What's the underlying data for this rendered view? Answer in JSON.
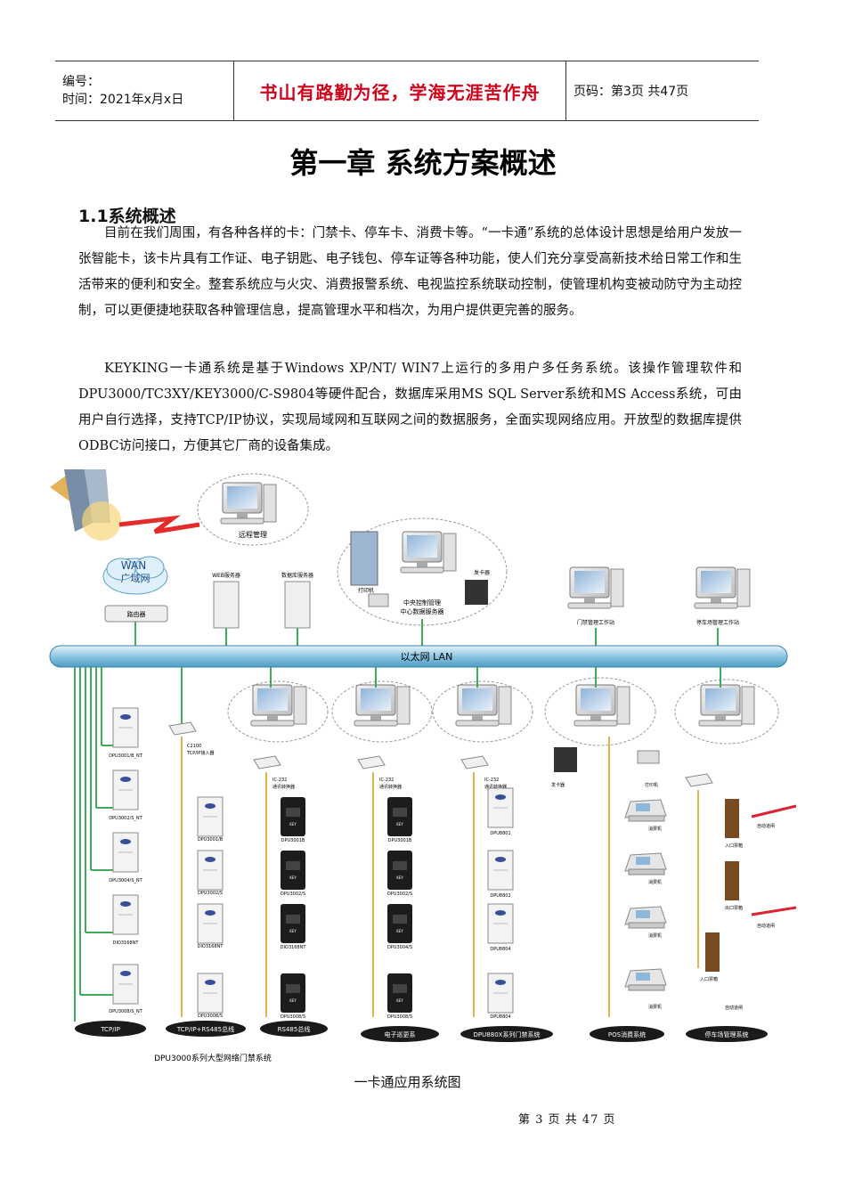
{
  "header": {
    "number_label": "编号：",
    "time_label": "时间：2021年x月x日",
    "motto": "书山有路勤为径，学海无涯苦作舟",
    "page_label": "页码：第3页  共47页"
  },
  "chapter_title": "第一章 系统方案概述",
  "section": {
    "title": "1.1系统概述",
    "paragraphs": [
      "目前在我们周围，有各种各样的卡：门禁卡、停车卡、消费卡等。“一卡通”系统的总体设计思想是给用户发放一张智能卡，该卡片具有工作证、电子钥匙、电子钱包、停车证等各种功能，使人们充分享受高新技术给日常工作和生活带来的便利和安全。整套系统应与火灾、消费报警系统、电视监控系统联动控制，使管理机构变被动防守为主动控制，可以更便捷地获取各种管理信息，提高管理水平和档次，为用户提供更完善的服务。",
      "KEYKING一卡通系统是基于Windows XP/NT/ WIN7上运行的多用户多任务系统。该操作管理软件和DPU3000/TC3XY/KEY3000/C-S9804等硬件配合，数据库采用MS SQL Server系统和MS Access系统，可由用户自行选择，支持TCP/IP协议，实现局域网和互联网之间的数据服务，全面实现网络应用。开放型的数据库提供ODBC访问接口，方便其它厂商的设备集成。"
    ]
  },
  "diagram": {
    "remote": "远程管理",
    "wan": "WAN",
    "wan_cn": "广域网",
    "router": "路由器",
    "web_server": "WEB服务器",
    "db_server": "数据库服务器",
    "center_line1": "中央控制管理",
    "center_line2": "中心数据服务器",
    "printer": "打印机",
    "card_issuer": "发卡器",
    "door_station": "门禁管理工作站",
    "parking_station": "停车场管理工作站",
    "lan": "以太网  LAN",
    "c2100": "C2100",
    "tcpip_access": "TCP/IP接入器",
    "ic232": "IC-232",
    "converter": "通讯转换器",
    "col1_devices": [
      "DPU3001/B_NT",
      "DPU3002/S_NT",
      "DPU3004/S_NT",
      "DIO3168NT",
      "DPU3008/S_NT"
    ],
    "col2_devices": [
      "DPU3001/B",
      "DPU3002/S",
      "DIO3168NT",
      "DPU3008/S"
    ],
    "col3_devices": [
      "DPU3001B",
      "DPU3002/S",
      "DIO3168NT",
      "DPU3008/S"
    ],
    "col4_devices": [
      "DPU3001B",
      "DPU3002/S",
      "DPU3004/S",
      "DPU3008/S"
    ],
    "col5_devices": [
      "DPU8801",
      "DPU8802",
      "DPU8804",
      "DPU8804"
    ],
    "pos_label": "消费机",
    "entry": "入口票箱",
    "exit": "出口票箱",
    "gate": "自动道闸",
    "bottom_labels": [
      "TCP/IP",
      "TCP/IP+RS485总线",
      "RS485总线",
      "电子巡更系",
      "DPU880X系列门禁系统",
      "POS消费系统",
      "停车场管理系统"
    ],
    "series_label": "DPU3000系列大型网络门禁系统"
  },
  "caption": "一卡通应用系统图",
  "footer": "第 3 页 共 47 页",
  "colors": {
    "motto": "#d0021b",
    "lan_bus": "#6fb2d6",
    "tcp_line": "#3cae5a",
    "rs485_line": "#e8b24a",
    "bolt": "#e52c2c"
  }
}
